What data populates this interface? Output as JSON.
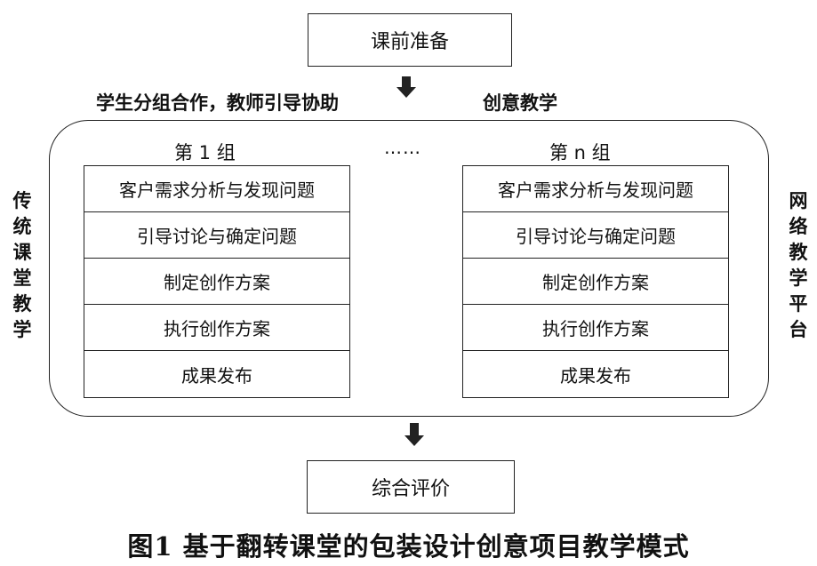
{
  "top_box": "课前准备",
  "left_top_label": "学生分组合作，教师引导协助",
  "right_top_label": "创意教学",
  "left_side_label": "传统课堂教学",
  "right_side_label": "网络教学平台",
  "ellipsis": "……",
  "group1": {
    "title": "第 1 组",
    "steps": [
      "客户需求分析与发现问题",
      "引导讨论与确定问题",
      "制定创作方案",
      "执行创作方案",
      "成果发布"
    ]
  },
  "groupn": {
    "title": "第 n 组",
    "steps": [
      "客户需求分析与发现问题",
      "引导讨论与确定问题",
      "制定创作方案",
      "执行创作方案",
      "成果发布"
    ]
  },
  "bottom_box": "综合评价",
  "caption": "图1  基于翻转课堂的包装设计创意项目教学模式"
}
